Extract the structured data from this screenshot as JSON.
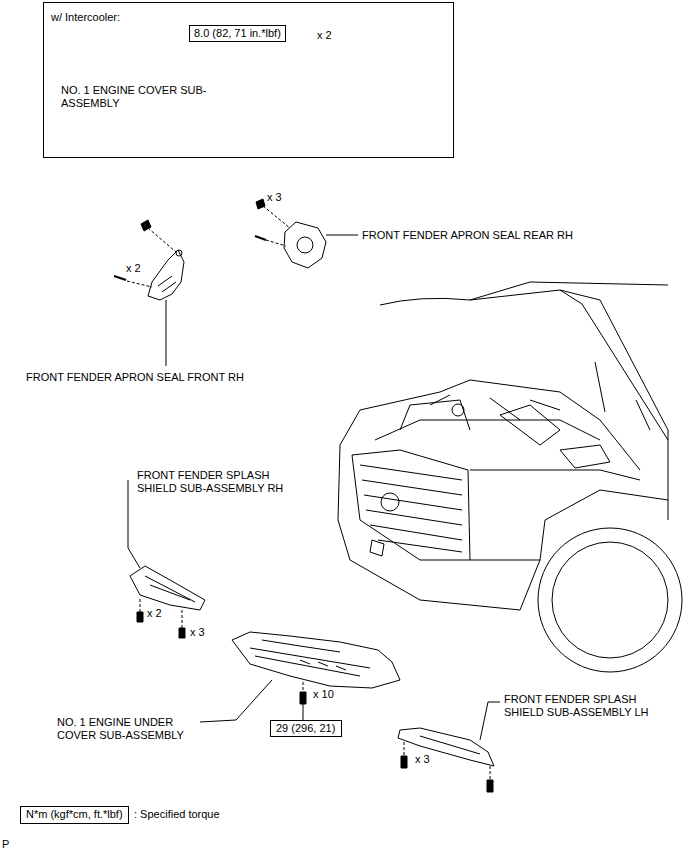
{
  "diagram": {
    "nodes": [
      {
        "text": [
          "w/ Intercooler:",
          "NO. 1 ENGINE COVER SUB-ASSEMBLY",
          "x 2"
        ]
      },
      {
        "text": [
          "8.0 (82, 71 in.*lbf)"
        ],
        "in": 0
      },
      {
        "text": [
          "29 (296, 21)"
        ]
      },
      {
        "text": [
          "N*m (kgf*cm, ft.*lbf)"
        ]
      }
    ],
    "labels": [
      "x 3",
      "FRONT FENDER APRON SEAL REAR RH",
      "x 2",
      "FRONT FENDER APRON SEAL FRONT RH",
      "FRONT FENDER SPLASH SHIELD SUB-ASSEMBLY RH",
      "x 2",
      "x 3",
      "x 10",
      "NO. 1 ENGINE UNDER COVER SUB-ASSEMBLY",
      "FRONT FENDER SPLASH SHIELD SUB-ASSEMBLY LH",
      "x 3",
      "P"
    ],
    "legend": [
      {
        "text": ": Specified torque"
      }
    ]
  }
}
